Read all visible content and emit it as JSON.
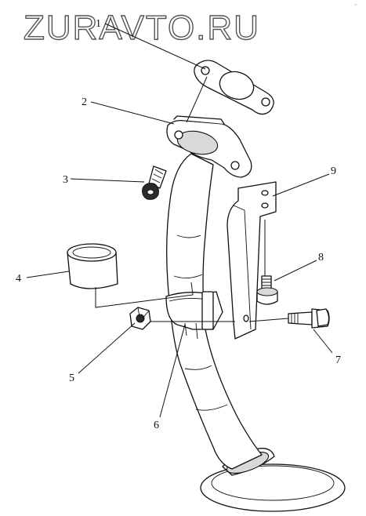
{
  "watermark": "ZURAVTO.RU",
  "corner_mark": "~",
  "callouts": {
    "c1": "1",
    "c2": "2",
    "c3": "3",
    "c4": "4",
    "c5": "5",
    "c6": "6",
    "c7": "7",
    "c8": "8",
    "c9": "9"
  },
  "parts": {
    "p1": "gasket",
    "p2": "oil-pickup-tube",
    "p3": "flange-bolt",
    "p4": "bushing",
    "p5": "nut",
    "p6": "clamp",
    "p7": "bracket-bolt",
    "p8": "bracket-bolt-small",
    "p9": "support-bracket"
  }
}
